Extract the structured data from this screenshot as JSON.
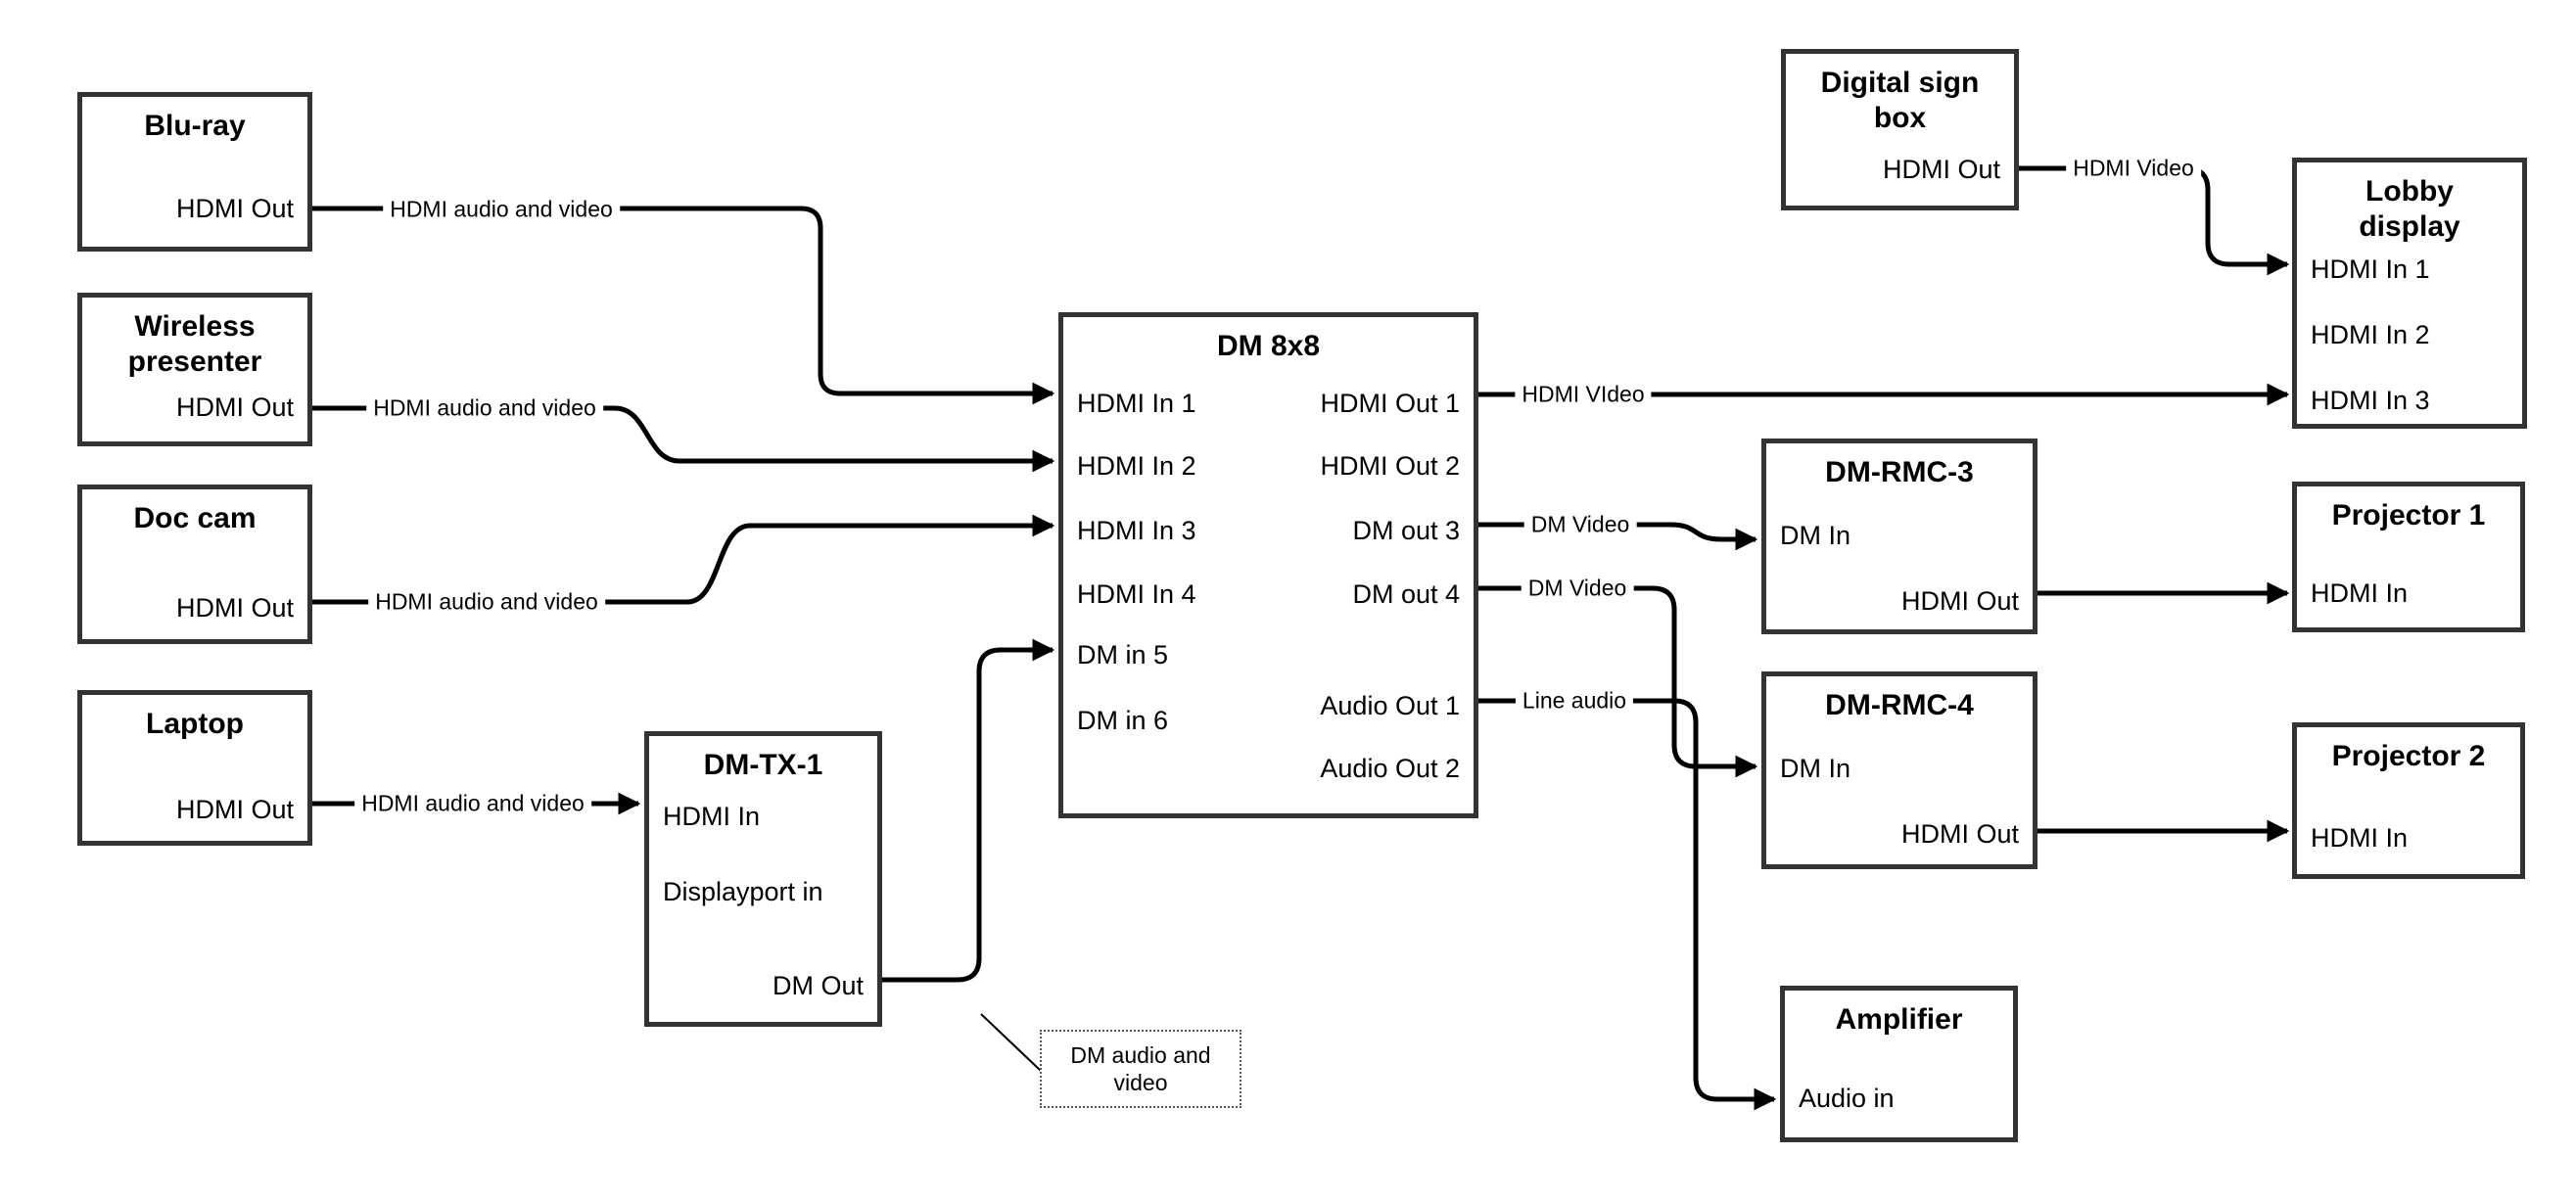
{
  "nodes": {
    "blu_ray": {
      "title": "Blu-ray",
      "ports": {
        "hdmi_out": "HDMI Out"
      }
    },
    "wireless_presenter": {
      "title": "Wireless presenter",
      "ports": {
        "hdmi_out": "HDMI Out"
      }
    },
    "doc_cam": {
      "title": "Doc cam",
      "ports": {
        "hdmi_out": "HDMI Out"
      }
    },
    "laptop": {
      "title": "Laptop",
      "ports": {
        "hdmi_out": "HDMI Out"
      }
    },
    "dm_tx_1": {
      "title": "DM-TX-1",
      "ports": {
        "hdmi_in": "HDMI In",
        "displayport_in": "Displayport in",
        "dm_out": "DM Out"
      }
    },
    "dm_8x8": {
      "title": "DM 8x8",
      "ports": {
        "hdmi_in_1": "HDMI In 1",
        "hdmi_in_2": "HDMI In 2",
        "hdmi_in_3": "HDMI In 3",
        "hdmi_in_4": "HDMI In 4",
        "dm_in_5": "DM in 5",
        "dm_in_6": "DM in 6",
        "hdmi_out_1": "HDMI Out 1",
        "hdmi_out_2": "HDMI Out 2",
        "dm_out_3": "DM out 3",
        "dm_out_4": "DM out 4",
        "audio_out_1": "Audio Out 1",
        "audio_out_2": "Audio Out 2"
      }
    },
    "digital_sign_box": {
      "title": "Digital sign box",
      "ports": {
        "hdmi_out": "HDMI Out"
      }
    },
    "lobby_display": {
      "title": "Lobby display",
      "ports": {
        "hdmi_in_1": "HDMI In 1",
        "hdmi_in_2": "HDMI In 2",
        "hdmi_in_3": "HDMI In 3"
      }
    },
    "dm_rmc_3": {
      "title": "DM-RMC-3",
      "ports": {
        "dm_in": "DM In",
        "hdmi_out": "HDMI Out"
      }
    },
    "projector_1": {
      "title": "Projector 1",
      "ports": {
        "hdmi_in": "HDMI In"
      }
    },
    "dm_rmc_4": {
      "title": "DM-RMC-4",
      "ports": {
        "dm_in": "DM In",
        "hdmi_out": "HDMI Out"
      }
    },
    "projector_2": {
      "title": "Projector 2",
      "ports": {
        "hdmi_in": "HDMI In"
      }
    },
    "amplifier": {
      "title": "Amplifier",
      "ports": {
        "audio_in": "Audio in"
      }
    }
  },
  "edge_labels": {
    "bluray_line": "HDMI audio and video",
    "wireless_line": "HDMI audio and video",
    "doccam_line": "HDMI audio and video",
    "laptop_line": "HDMI audio and video",
    "hdmi_out1_line": "HDMI VIdeo",
    "dm_out3_line": "DM Video",
    "dm_out4_line": "DM Video",
    "audio_out1_line": "Line audio",
    "sign_line": "HDMI Video"
  },
  "note": {
    "text": "DM audio and video"
  },
  "colors": {
    "line": "#000000",
    "box_border": "#333333",
    "background": "#ffffff",
    "text": "#000000"
  }
}
